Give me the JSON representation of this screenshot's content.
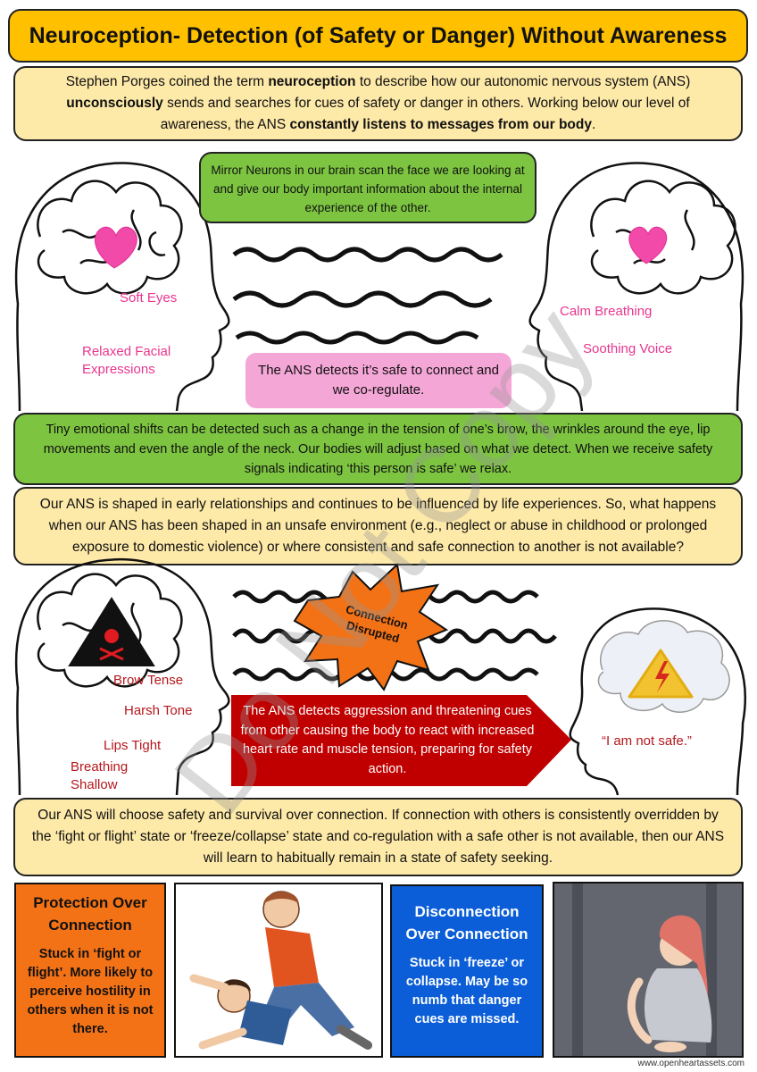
{
  "title": "Neuroception- Detection (of Safety or Danger) Without Awareness",
  "intro": {
    "p1": "Stephen Porges coined the term ",
    "b1": "neuroception",
    "p2": " to describe how our autonomic nervous system (ANS) ",
    "b2": "unconsciously",
    "p3": " sends and searches for cues of safety or danger in others. Working below our level of awareness, the ANS ",
    "b3": "constantly listens to messages from our body",
    "p4": "."
  },
  "mirror_neurons": "Mirror Neurons in our brain scan the face we are looking at and give our body important information about the internal experience of the other.",
  "safe_cues": {
    "left": [
      "Soft Eyes",
      "Relaxed Facial Expressions"
    ],
    "right": [
      "Calm Breathing",
      "Soothing Voice"
    ],
    "detect": "The ANS detects it’s safe to connect and we co-regulate."
  },
  "tiny_shifts": "Tiny emotional shifts can be detected such as a change in the tension of one’s brow, the wrinkles around the eye, lip movements and even the angle of the neck. Our bodies will adjust based on what we detect. When we receive safety signals indicating ‘this person is safe’ we relax.",
  "shaped": "Our ANS is shaped in early relationships and continues to be influenced by life experiences. So, what happens when our ANS has been shaped in an unsafe environment (e.g., neglect or abuse in childhood or prolonged exposure to domestic violence) or where consistent and safe connection to another is not available?",
  "danger_cues": {
    "left": [
      "Brow Tense",
      "Harsh Tone",
      "Lips Tight",
      "Breathing Shallow"
    ],
    "burst": "Connection Disrupted",
    "arrow": "The ANS detects aggression and threatening cues from other causing the body to react with increased heart rate and muscle tension, preparing for safety action.",
    "quote": "“I am not safe.”"
  },
  "survival": "Our ANS will choose safety and survival over connection. If connection with others is consistently overridden by the ‘fight or flight’ state or ‘freeze/collapse’ state and co-regulation with a safe other is not available, then our ANS will learn to habitually remain in a state of safety seeking.",
  "protection": {
    "title": "Protection Over Connection",
    "body": "Stuck in ‘fight or flight’. More likely to perceive hostility in others when it is not there."
  },
  "disconnection": {
    "title": "Disconnection Over Connection",
    "body": "Stuck in ‘freeze’ or collapse. May be so numb that danger cues are missed."
  },
  "watermark": "Do Not Copy",
  "footer": "www.openheartassets.com",
  "colors": {
    "title_bg": "#ffc000",
    "cream": "#fde9a8",
    "green": "#7dc541",
    "pink_box": "#f4a6d7",
    "pink_text": "#e8368f",
    "red_arrow": "#c00000",
    "danger_text": "#b5171d",
    "burst": "#f47216",
    "protection": "#f47216",
    "disconnection": "#0b5ed7"
  }
}
